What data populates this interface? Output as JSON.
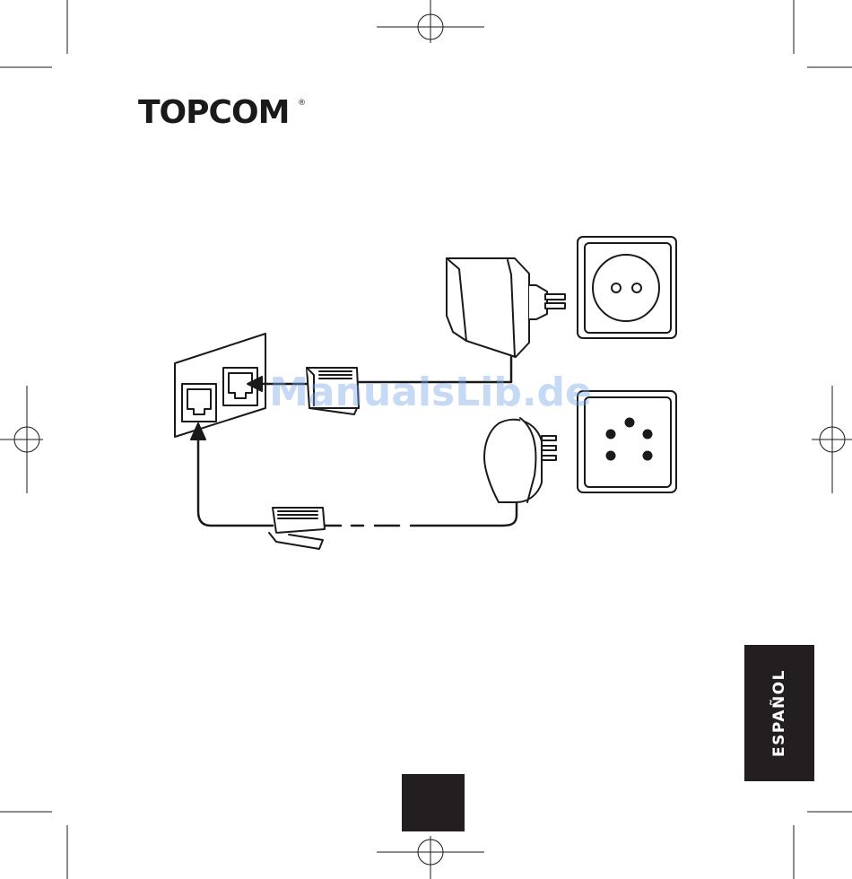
{
  "header": {
    "brand": "TOPCOM",
    "registered_mark": "®"
  },
  "language_tab": {
    "label": "ESPAÑOL"
  },
  "watermark": {
    "text": "ManualsLib.de"
  },
  "colors": {
    "ink": "#1a1a1a",
    "tab_background": "#231f20",
    "tab_text": "#ffffff",
    "watermark": "#78a5e6"
  },
  "icons": [
    "power-adapter-icon",
    "power-socket-icon",
    "phone-wall-socket-icon",
    "phone-line-plug-icon",
    "rj11-connector-icon",
    "device-rear-ports-icon"
  ]
}
